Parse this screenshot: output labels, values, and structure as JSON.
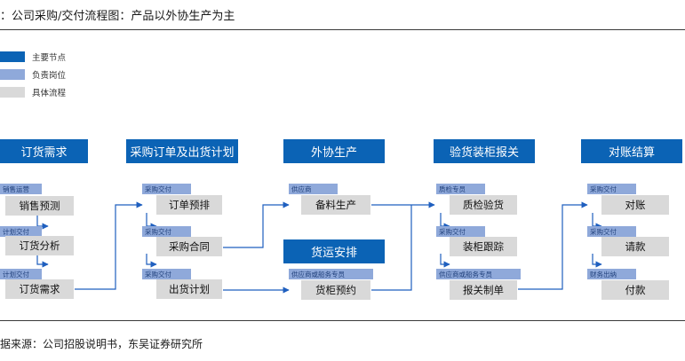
{
  "title": "：公司采购/交付流程图：产品以外协生产为主",
  "legend": [
    {
      "label": "主要节点",
      "color": "#0b63b5"
    },
    {
      "label": "负责岗位",
      "color": "#8fa9da"
    },
    {
      "label": "具体流程",
      "color": "#d9d9d9"
    }
  ],
  "headers": {
    "order": "订货需求",
    "plan": "采购订单及出货计划",
    "outsource": "外协生产",
    "shipping": "货运安排",
    "inspect": "验货装柜报关",
    "settle": "对账结算"
  },
  "roles": {
    "order_1": "销售运营",
    "order_2": "计划交付",
    "order_3": "计划交付",
    "plan_1": "采购交付",
    "plan_2": "采购交付",
    "plan_3": "采购交付",
    "outsource_1": "供应商",
    "shipping_1": "供应商或船务专员",
    "inspect_1": "质检专员",
    "inspect_2": "采购交付",
    "inspect_3": "供应商或船务专员",
    "settle_1": "采购交付",
    "settle_2": "采购交付",
    "settle_3": "财务出纳"
  },
  "steps": {
    "order_1": "销售预测",
    "order_2": "订货分析",
    "order_3": "订货需求",
    "plan_1": "订单预排",
    "plan_2": "采购合同",
    "plan_3": "出货计划",
    "outsource_1": "备料生产",
    "shipping_1": "货柜预约",
    "inspect_1": "质检验货",
    "inspect_2": "装柜跟踪",
    "inspect_3": "报关制单",
    "settle_1": "对账",
    "settle_2": "请款",
    "settle_3": "付款"
  },
  "source": "据来源：公司招股说明书，东吴证券研究所"
}
